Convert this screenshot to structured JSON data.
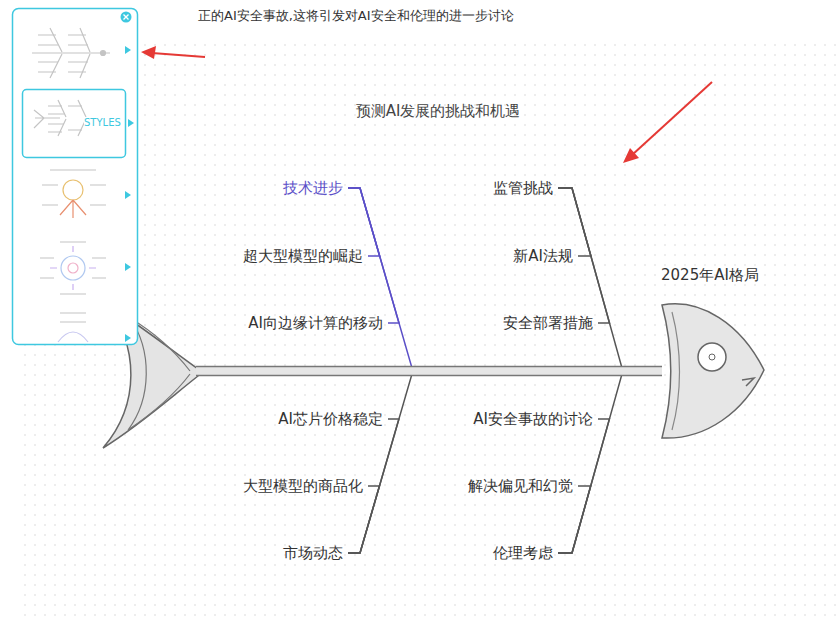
{
  "diagram": {
    "title": "预测AI发展的挑战和机遇",
    "nodes": [
      {
        "text": [
          "2025年AI格局"
        ]
      },
      {
        "text": [
          "技术进步"
        ]
      },
      {
        "text": [
          "超大型模型的崛起"
        ]
      },
      {
        "text": [
          "AI向边缘计算的移动"
        ]
      },
      {
        "text": [
          "监管挑战"
        ]
      },
      {
        "text": [
          "新AI法规"
        ]
      },
      {
        "text": [
          "安全部署措施"
        ]
      },
      {
        "text": [
          "AI芯片价格稳定"
        ]
      },
      {
        "text": [
          "大型模型的商品化"
        ]
      },
      {
        "text": [
          "市场动态"
        ]
      },
      {
        "text": [
          "AI安全事故的讨论"
        ]
      },
      {
        "text": [
          "解决偏见和幻觉"
        ]
      },
      {
        "text": [
          "伦理考虑"
        ]
      }
    ],
    "edges": [
      {
        "from": 1,
        "to": 0,
        "arrow": "none"
      },
      {
        "from": 4,
        "to": 0,
        "arrow": "none"
      },
      {
        "from": 9,
        "to": 0,
        "arrow": "none"
      },
      {
        "from": 12,
        "to": 0,
        "arrow": "none"
      },
      {
        "from": 2,
        "to": 1,
        "arrow": "none"
      },
      {
        "from": 3,
        "to": 1,
        "arrow": "none"
      },
      {
        "from": 5,
        "to": 4,
        "arrow": "none"
      },
      {
        "from": 6,
        "to": 4,
        "arrow": "none"
      },
      {
        "from": 7,
        "to": 9,
        "arrow": "none"
      },
      {
        "from": 8,
        "to": 9,
        "arrow": "none"
      },
      {
        "from": 10,
        "to": 12,
        "arrow": "none"
      },
      {
        "from": 11,
        "to": 12,
        "arrow": "none"
      }
    ],
    "labels": [
      "正的AI安全事故,这将引发对AI安全和伦理的进一步讨论",
      "STYLES"
    ]
  }
}
